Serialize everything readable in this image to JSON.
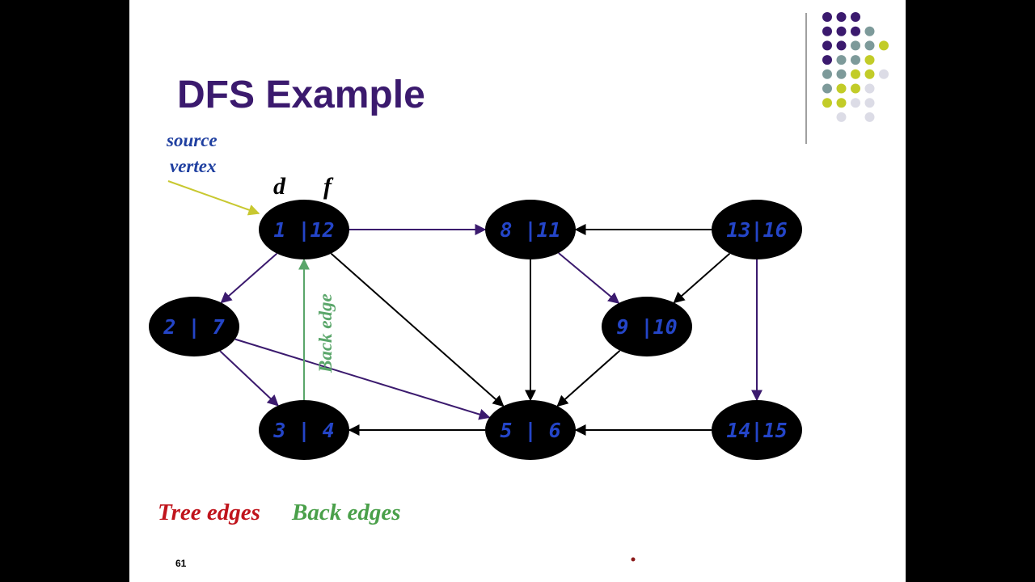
{
  "slide": {
    "title": "DFS Example",
    "source_label_line1": "source",
    "source_label_line2": "vertex",
    "d_label": "d",
    "f_label": "f",
    "back_edge_label": "Back edge",
    "legend_tree": "Tree edges",
    "legend_back": "Back edges",
    "page_number": "61"
  },
  "colors": {
    "title": "#3b1a6e",
    "note": "#1f3fa0",
    "node_fill": "#000000",
    "node_text": "#2445c8",
    "tree_edge": "#3b1a6e",
    "edge": "#000000",
    "back_edge": "#5aa66a",
    "source_arrow": "#c8c830",
    "legend_tree": "#c0141c",
    "legend_back": "#4aa04a",
    "divider": "#808080",
    "dots": [
      "#3b1a6e",
      "#7d9a9a",
      "#c2cc28",
      "#dcdce6"
    ]
  },
  "graph": {
    "nodes": [
      {
        "id": "a",
        "label": "1 |12"
      },
      {
        "id": "b",
        "label": "8 |11"
      },
      {
        "id": "c",
        "label": "13|16"
      },
      {
        "id": "d",
        "label": "2 | 7"
      },
      {
        "id": "e",
        "label": "9 |10"
      },
      {
        "id": "f",
        "label": "3 | 4"
      },
      {
        "id": "g",
        "label": "5 | 6"
      },
      {
        "id": "h",
        "label": "14|15"
      }
    ],
    "edges": [
      {
        "from": "a",
        "to": "b",
        "kind": "tree"
      },
      {
        "from": "a",
        "to": "d",
        "kind": "tree"
      },
      {
        "from": "d",
        "to": "f",
        "kind": "tree"
      },
      {
        "from": "d",
        "to": "g",
        "kind": "tree"
      },
      {
        "from": "b",
        "to": "e",
        "kind": "tree"
      },
      {
        "from": "c",
        "to": "h",
        "kind": "tree"
      },
      {
        "from": "c",
        "to": "b",
        "kind": "other"
      },
      {
        "from": "a",
        "to": "g",
        "kind": "other"
      },
      {
        "from": "b",
        "to": "g",
        "kind": "other"
      },
      {
        "from": "e",
        "to": "g",
        "kind": "other"
      },
      {
        "from": "c",
        "to": "e",
        "kind": "other"
      },
      {
        "from": "g",
        "to": "f",
        "kind": "other"
      },
      {
        "from": "h",
        "to": "g",
        "kind": "other"
      },
      {
        "from": "f",
        "to": "a",
        "kind": "back"
      }
    ]
  }
}
